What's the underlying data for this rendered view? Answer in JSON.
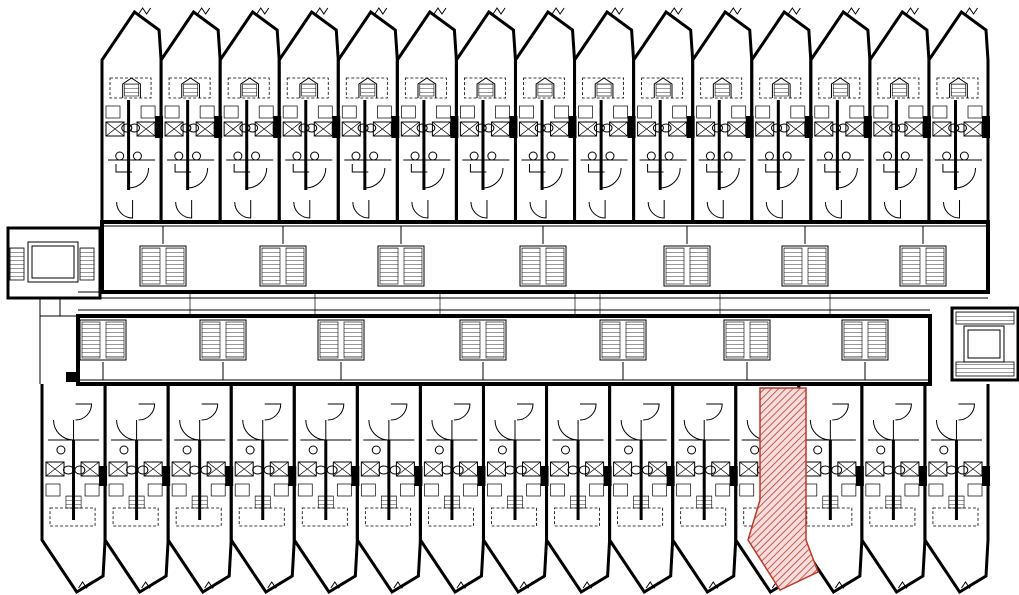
{
  "plan": {
    "kind": "architectural floor plan",
    "highlight_color": "#c0392b",
    "line_color": "#000000",
    "background": "#ffffff",
    "north_units": 15,
    "south_units": 15,
    "highlighted_unit": {
      "row": "south",
      "index": 12
    }
  }
}
